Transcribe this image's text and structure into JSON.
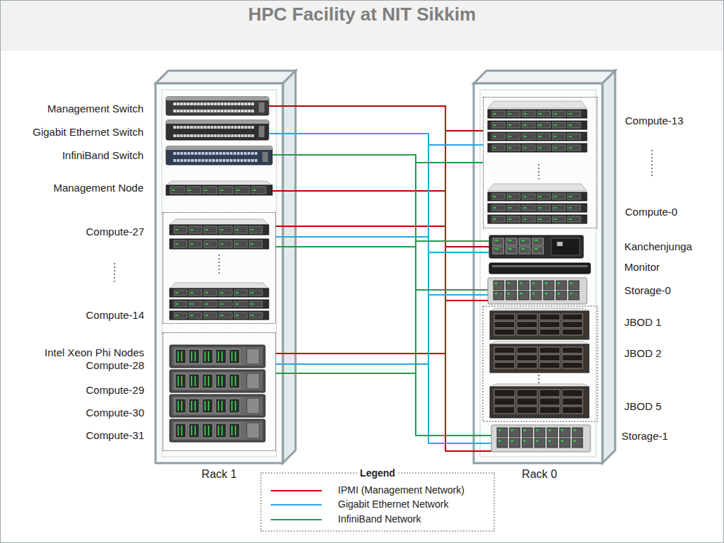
{
  "diagram": {
    "title": "HPC Facility at NIT Sikkim",
    "nodes": [
      {
        "text": [
          "Rack 1"
        ]
      },
      {
        "text": [
          "Management Switch"
        ],
        "in": 0
      },
      {
        "text": [
          "Gigabit Ethernet Switch"
        ],
        "in": 0
      },
      {
        "text": [
          "InfiniBand Switch"
        ],
        "in": 0
      },
      {
        "text": [
          "Management Node"
        ],
        "in": 0
      },
      {
        "text": [
          "Compute-27",
          "Compute-14"
        ],
        "in": 0
      },
      {
        "text": [
          "Intel Xeon Phi Nodes"
        ],
        "in": 0
      },
      {
        "text": [
          "Compute-28"
        ],
        "in": 6
      },
      {
        "text": [
          "Compute-29"
        ],
        "in": 6
      },
      {
        "text": [
          "Compute-30"
        ],
        "in": 6
      },
      {
        "text": [
          "Compute-31"
        ],
        "in": 6
      },
      {
        "text": [
          "Rack 0"
        ]
      },
      {
        "text": [
          "Compute-13",
          "Compute-0"
        ],
        "in": 11
      },
      {
        "text": [
          "Kanchenjunga"
        ],
        "in": 11
      },
      {
        "text": [
          "Monitor"
        ],
        "in": 11
      },
      {
        "text": [
          "Storage-0"
        ],
        "in": 11
      },
      {
        "text": [
          "JBOD 1"
        ],
        "in": 11
      },
      {
        "text": [
          "JBOD 2"
        ],
        "in": 11
      },
      {
        "text": [
          "JBOD 5"
        ],
        "in": 11
      },
      {
        "text": [
          "Storage-1"
        ],
        "in": 11
      }
    ],
    "edges": [
      {
        "from": 1,
        "to": 4,
        "arrow": "none"
      },
      {
        "from": 1,
        "to": 5,
        "arrow": "none"
      },
      {
        "from": 1,
        "to": 6,
        "arrow": "none"
      },
      {
        "from": 1,
        "to": 12,
        "arrow": "none"
      },
      {
        "from": 1,
        "to": 13,
        "arrow": "none"
      },
      {
        "from": 1,
        "to": 15,
        "arrow": "none"
      },
      {
        "from": 1,
        "to": 19,
        "arrow": "none"
      },
      {
        "from": 2,
        "to": 5,
        "arrow": "none"
      },
      {
        "from": 2,
        "to": 6,
        "arrow": "none"
      },
      {
        "from": 2,
        "to": 12,
        "arrow": "none"
      },
      {
        "from": 2,
        "to": 13,
        "arrow": "none"
      },
      {
        "from": 2,
        "to": 15,
        "arrow": "none"
      },
      {
        "from": 2,
        "to": 19,
        "arrow": "none"
      },
      {
        "from": 3,
        "to": 5,
        "arrow": "none"
      },
      {
        "from": 3,
        "to": 6,
        "arrow": "none"
      },
      {
        "from": 3,
        "to": 12,
        "arrow": "none"
      },
      {
        "from": 3,
        "to": 13,
        "arrow": "none"
      },
      {
        "from": 3,
        "to": 15,
        "arrow": "none"
      },
      {
        "from": 3,
        "to": 19,
        "arrow": "none"
      }
    ],
    "labels": [
      "Legend"
    ],
    "legend": [
      {
        "text": "IPMI (Management Network)",
        "color": "#c00000"
      },
      {
        "text": "Gigabit Ethernet Network",
        "color": "#2aa7df"
      },
      {
        "text": "InfiniBand Network",
        "color": "#1f9e4f"
      }
    ]
  }
}
